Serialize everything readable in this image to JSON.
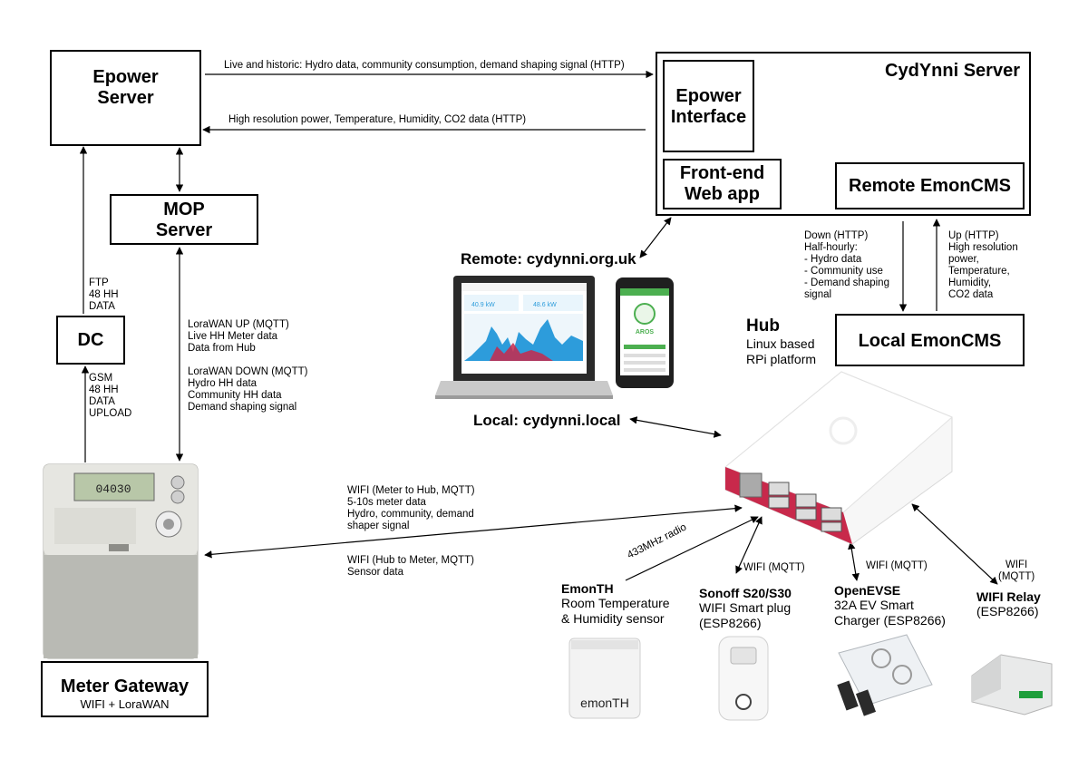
{
  "nodes": {
    "epower_server": "Epower\nServer",
    "mop_server": "MOP\nServer",
    "dc": "DC",
    "cydynni_server": "CydYnni Server",
    "epower_interface": "Epower\nInterface",
    "frontend": "Front-end\nWeb app",
    "remote_emoncms": "Remote EmonCMS",
    "local_emoncms": "Local EmonCMS",
    "meter_gateway_title": "Meter Gateway",
    "meter_gateway_sub": "WIFI + LoraWAN"
  },
  "edges": {
    "live_historic": "Live and historic: Hydro data, community consumption, demand shaping signal (HTTP)",
    "high_res": "High resolution power, Temperature, Humidity, CO2 data (HTTP)",
    "ftp_title": "FTP",
    "ftp_body": "48 HH\nDATA",
    "gsm_title": "GSM",
    "gsm_body": "48 HH\nDATA\nUPLOAD",
    "lora_up_title": "LoraWAN UP (MQTT)",
    "lora_up_body": "Live HH Meter data\nData from Hub",
    "lora_down_title": "LoraWAN DOWN (MQTT)",
    "lora_down_body": "Hydro HH data\nCommunity HH data\nDemand shaping signal",
    "down_title": "Down (HTTP)",
    "down_body": "Half-hourly:\n- Hydro data\n- Community use\n- Demand shaping\n  signal",
    "up_title": "Up (HTTP)",
    "up_body": "High resolution\npower,\nTemperature,\nHumidity,\nCO2 data",
    "wifi_m2h_title": "WIFI (Meter to Hub, MQTT)",
    "wifi_m2h_body": "5-10s meter data\nHydro, community, demand\nshaper signal",
    "wifi_h2m_title": "WIFI (Hub to Meter, MQTT)",
    "wifi_h2m_body": "Sensor data",
    "radio": "433MHz radio",
    "wifi_mqtt_1": "WIFI (MQTT)",
    "wifi_mqtt_2": "WIFI (MQTT)",
    "wifi_mqtt_3": "WIFI\n(MQTT)"
  },
  "remote_label": "Remote: cydynni.org.uk",
  "local_label": "Local: cydynni.local",
  "hub": {
    "title": "Hub",
    "desc": "Linux based\nRPi platform"
  },
  "devices": {
    "emonth": {
      "title": "EmonTH",
      "desc": "Room Temperature\n& Humidity sensor",
      "logo": "emonTH"
    },
    "sonoff": {
      "title": "Sonoff S20/S30",
      "desc": "WIFI Smart plug\n(ESP8266)"
    },
    "openevse": {
      "title": "OpenEVSE",
      "desc": "32A EV Smart\nCharger (ESP8266)"
    },
    "relay": {
      "title": "WIFI Relay",
      "desc": "(ESP8266)"
    }
  },
  "screens": {
    "laptop_kw_1": "40.9 kW",
    "laptop_kw_2": "48.6 kW",
    "phone_label": "AROS",
    "meter_display": "04030"
  },
  "colors": {
    "hub_red": "#c8294b",
    "meter_gray": "#b9bab4",
    "accent_blue": "#2d9cdb",
    "phone_green": "#4caf50"
  }
}
